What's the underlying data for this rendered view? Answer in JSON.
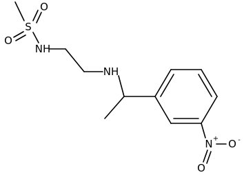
{
  "molecule": {
    "atom_labels": {
      "sulfur": "S",
      "sulfonyl_oxygen_top": "O",
      "sulfonyl_oxygen_left": "O",
      "sulfonamide_nh": "NH",
      "amine_nh": "NH",
      "nitro_nitrogen": "N",
      "nitro_nitrogen_charge": "+",
      "nitro_oxygen_minus": "O",
      "nitro_oxygen_minus_charge": "-",
      "nitro_oxygen_double": "O"
    }
  }
}
